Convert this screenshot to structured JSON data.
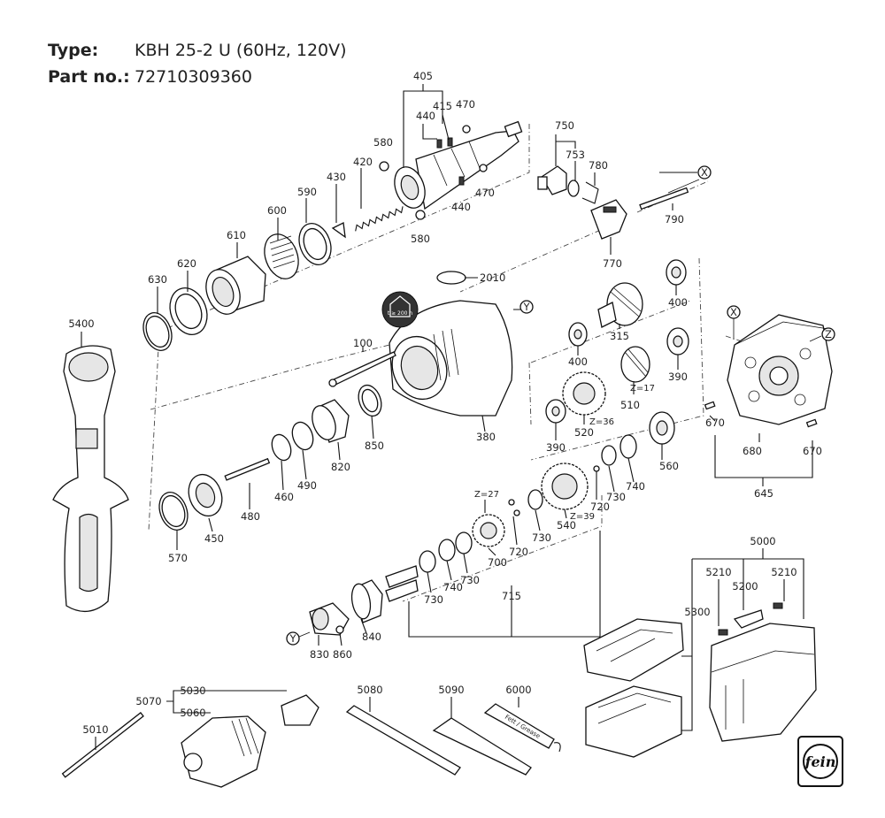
{
  "header": {
    "type_label": "Type:",
    "type_value": "KBH 25-2 U (60Hz, 120V)",
    "part_label": "Part no.:",
    "part_value": "72710309360"
  },
  "logo_text": "fein",
  "warning_badge_text": "t ≥ 200 h",
  "callouts": {
    "X": "X",
    "Y": "Y",
    "Z": "Z",
    "p405": "405",
    "p415": "415",
    "p470a": "470",
    "p440a": "440",
    "p580a": "580",
    "p420": "420",
    "p430": "430",
    "p590": "590",
    "p600": "600",
    "p610": "610",
    "p620": "620",
    "p630": "630",
    "p470b": "470",
    "p440b": "440",
    "p580b": "580",
    "p750": "750",
    "p753": "753",
    "p780": "780",
    "p790": "790",
    "p770": "770",
    "p2010": "2010",
    "p400a": "400",
    "p315": "315",
    "p400b": "400",
    "p390a": "390",
    "p510": "510",
    "z17": "Z=17",
    "p520": "520",
    "z36": "Z=36",
    "p390b": "390",
    "p560": "560",
    "p740a": "740",
    "p730a": "730",
    "p720a": "720",
    "p540": "540",
    "z39": "Z=39",
    "p730b": "730",
    "p5400": "5400",
    "p100": "100",
    "p380": "380",
    "p850": "850",
    "p820": "820",
    "p490": "490",
    "p460": "460",
    "p480": "480",
    "p450": "450",
    "p570": "570",
    "z27": "Z=27",
    "p700": "700",
    "p720b": "720",
    "p730c": "730",
    "p740b": "740",
    "p730d": "730",
    "p715": "715",
    "p840": "840",
    "p830": "830",
    "p860": "860",
    "p670a": "670",
    "p680": "680",
    "p670b": "670",
    "p645": "645",
    "p5000": "5000",
    "p5210a": "5210",
    "p5200": "5200",
    "p5210b": "5210",
    "p5300": "5300",
    "p5010": "5010",
    "p5070": "5070",
    "p5030": "5030",
    "p5060": "5060",
    "p5080": "5080",
    "p5090": "5090",
    "p6000": "6000",
    "grease_text": "Fett / Grease"
  }
}
